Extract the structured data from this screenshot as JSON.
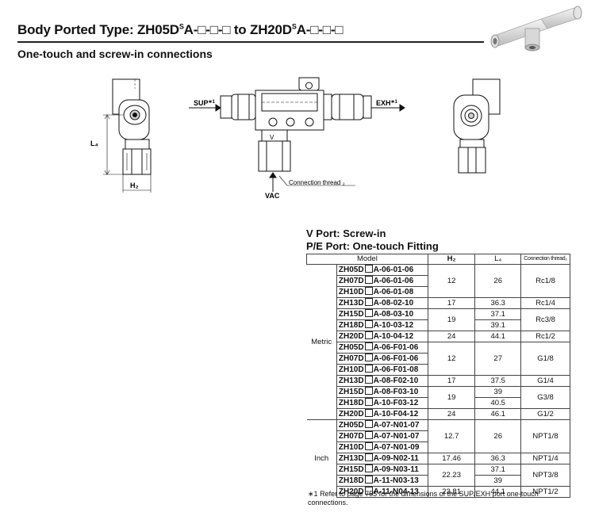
{
  "header": {
    "title_prefix": "Body Ported Type: ZH05D",
    "title_sup": "S",
    "title_mid": "A-□-□-□ to ZH20D",
    "title_sup2": "S",
    "title_suffix": "A-□-□-□",
    "subtitle": "One-touch and screw-in connections"
  },
  "drawing": {
    "sup_label": "SUP",
    "sup_note": "∗1",
    "exh_label": "EXH",
    "exh_note": "∗1",
    "vac_label": "VAC",
    "connection_thread_label": "Connection thread ₂",
    "l4_label": "L₄",
    "h2_label": "H₂",
    "v_mark": "V"
  },
  "table": {
    "title_1": "V Port: Screw-in",
    "title_2": "P/E Port: One-touch Fitting",
    "headers": {
      "model": "Model",
      "h2": "H₂",
      "l4": "L₄",
      "thread": "Connection thread₂"
    },
    "groups": {
      "metric": "Metric",
      "inch": "Inch"
    },
    "rows": [
      {
        "prefix": "ZH05D",
        "suffix": "A-06-01-06"
      },
      {
        "prefix": "ZH07D",
        "suffix": "A-06-01-06"
      },
      {
        "prefix": "ZH10D",
        "suffix": "A-06-01-08"
      },
      {
        "prefix": "ZH13D",
        "suffix": "A-08-02-10"
      },
      {
        "prefix": "ZH15D",
        "suffix": "A-08-03-10"
      },
      {
        "prefix": "ZH18D",
        "suffix": "A-10-03-12"
      },
      {
        "prefix": "ZH20D",
        "suffix": "A-10-04-12"
      },
      {
        "prefix": "ZH05D",
        "suffix": "A-06-F01-06"
      },
      {
        "prefix": "ZH07D",
        "suffix": "A-06-F01-06"
      },
      {
        "prefix": "ZH10D",
        "suffix": "A-06-F01-08"
      },
      {
        "prefix": "ZH13D",
        "suffix": "A-08-F02-10"
      },
      {
        "prefix": "ZH15D",
        "suffix": "A-08-F03-10"
      },
      {
        "prefix": "ZH18D",
        "suffix": "A-10-F03-12"
      },
      {
        "prefix": "ZH20D",
        "suffix": "A-10-F04-12"
      },
      {
        "prefix": "ZH05D",
        "suffix": "A-07-N01-07"
      },
      {
        "prefix": "ZH07D",
        "suffix": "A-07-N01-07"
      },
      {
        "prefix": "ZH10D",
        "suffix": "A-07-N01-09"
      },
      {
        "prefix": "ZH13D",
        "suffix": "A-09-N02-11"
      },
      {
        "prefix": "ZH15D",
        "suffix": "A-09-N03-11"
      },
      {
        "prefix": "ZH18D",
        "suffix": "A-11-N03-13"
      },
      {
        "prefix": "ZH20D",
        "suffix": "A-11-N04-13"
      }
    ],
    "values": {
      "h2_12_a": "12",
      "l4_26_a": "26",
      "th_rc18": "Rc1/8",
      "h2_17_a": "17",
      "l4_363_a": "36.3",
      "th_rc14": "Rc1/4",
      "h2_19_a": "19",
      "l4_371_a": "37.1",
      "l4_391": "39.1",
      "th_rc38": "Rc3/8",
      "h2_24_a": "24",
      "l4_441_a": "44.1",
      "th_rc12": "Rc1/2",
      "h2_12_b": "12",
      "l4_27": "27",
      "th_g18": "G1/8",
      "h2_17_b": "17",
      "l4_375": "37.5",
      "th_g14": "G1/4",
      "h2_19_b": "19",
      "l4_39_a": "39",
      "l4_405": "40.5",
      "th_g38": "G3/8",
      "h2_24_b": "24",
      "l4_461": "46.1",
      "th_g12": "G1/2",
      "h2_127": "12.7",
      "l4_26_b": "26",
      "th_npt18": "NPT1/8",
      "h2_1746": "17.46",
      "l4_363_b": "36.3",
      "th_npt14": "NPT1/4",
      "h2_2223": "22.23",
      "l4_371_b": "37.1",
      "l4_39_b": "39",
      "th_npt38": "NPT3/8",
      "h2_2381": "23.81",
      "l4_441_b": "44.1",
      "th_npt12": "NPT1/2"
    }
  },
  "footnote": {
    "mark": "∗1",
    "text": "Refer to page 755 for the dimensions of the SUP/EXH port one-touch connections."
  }
}
